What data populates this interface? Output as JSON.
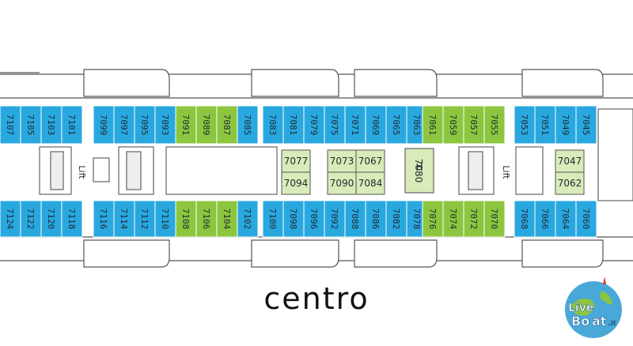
{
  "colors": {
    "blue": "#29a8e0",
    "green": "#8cc63f",
    "corridor": "#ffffff",
    "line": "#4a4a4a",
    "lightgreen": "#d8ebb8"
  },
  "top_cabins": [
    {
      "num": "7107",
      "c": "blue"
    },
    {
      "num": "7105",
      "c": "blue"
    },
    {
      "num": "7103",
      "c": "blue"
    },
    {
      "num": "7101",
      "c": "blue"
    },
    {
      "num": "7099",
      "c": "blue"
    },
    {
      "num": "7097",
      "c": "blue"
    },
    {
      "num": "7095",
      "c": "blue"
    },
    {
      "num": "7093",
      "c": "blue"
    },
    {
      "num": "7091",
      "c": "green"
    },
    {
      "num": "7089",
      "c": "green"
    },
    {
      "num": "7087",
      "c": "green"
    },
    {
      "num": "7085",
      "c": "blue"
    },
    {
      "num": "7083",
      "c": "blue"
    },
    {
      "num": "7081",
      "c": "blue"
    },
    {
      "num": "7079",
      "c": "blue"
    },
    {
      "num": "7075",
      "c": "blue"
    },
    {
      "num": "7071",
      "c": "blue"
    },
    {
      "num": "7069",
      "c": "blue"
    },
    {
      "num": "7065",
      "c": "blue"
    },
    {
      "num": "7063",
      "c": "blue"
    },
    {
      "num": "7061",
      "c": "green"
    },
    {
      "num": "7059",
      "c": "green"
    },
    {
      "num": "7057",
      "c": "green"
    },
    {
      "num": "7055",
      "c": "green"
    },
    {
      "num": "7053",
      "c": "blue"
    },
    {
      "num": "7051",
      "c": "blue"
    },
    {
      "num": "7049",
      "c": "blue"
    },
    {
      "num": "7045",
      "c": "blue"
    }
  ],
  "bottom_cabins": [
    {
      "num": "7124",
      "c": "blue"
    },
    {
      "num": "7122",
      "c": "blue"
    },
    {
      "num": "7120",
      "c": "blue"
    },
    {
      "num": "7118",
      "c": "blue"
    },
    {
      "num": "7116",
      "c": "blue"
    },
    {
      "num": "7114",
      "c": "blue"
    },
    {
      "num": "7112",
      "c": "blue"
    },
    {
      "num": "7110",
      "c": "blue"
    },
    {
      "num": "7108",
      "c": "green"
    },
    {
      "num": "7106",
      "c": "green"
    },
    {
      "num": "7104",
      "c": "green"
    },
    {
      "num": "7102",
      "c": "blue"
    },
    {
      "num": "7100",
      "c": "blue"
    },
    {
      "num": "7098",
      "c": "blue"
    },
    {
      "num": "7096",
      "c": "blue"
    },
    {
      "num": "7092",
      "c": "blue"
    },
    {
      "num": "7088",
      "c": "blue"
    },
    {
      "num": "7086",
      "c": "blue"
    },
    {
      "num": "7082",
      "c": "blue"
    },
    {
      "num": "7078",
      "c": "blue"
    },
    {
      "num": "7076",
      "c": "green"
    },
    {
      "num": "7074",
      "c": "green"
    },
    {
      "num": "7072",
      "c": "green"
    },
    {
      "num": "7070",
      "c": "green"
    },
    {
      "num": "7068",
      "c": "blue"
    },
    {
      "num": "7066",
      "c": "blue"
    },
    {
      "num": "7064",
      "c": "blue"
    },
    {
      "num": "7060",
      "c": "blue"
    }
  ],
  "inner_cabins": [
    "7077",
    "7094",
    "7073",
    "7067",
    "7090",
    "7084",
    "7047",
    "7062"
  ],
  "handicap_cabin": {
    "letter": "H",
    "num": "7080"
  },
  "lift_label": "Lift",
  "section_label": "centro",
  "logo": {
    "line1": "Live",
    "line2": "Bo",
    "line3": "at",
    "suffix": ".it"
  }
}
